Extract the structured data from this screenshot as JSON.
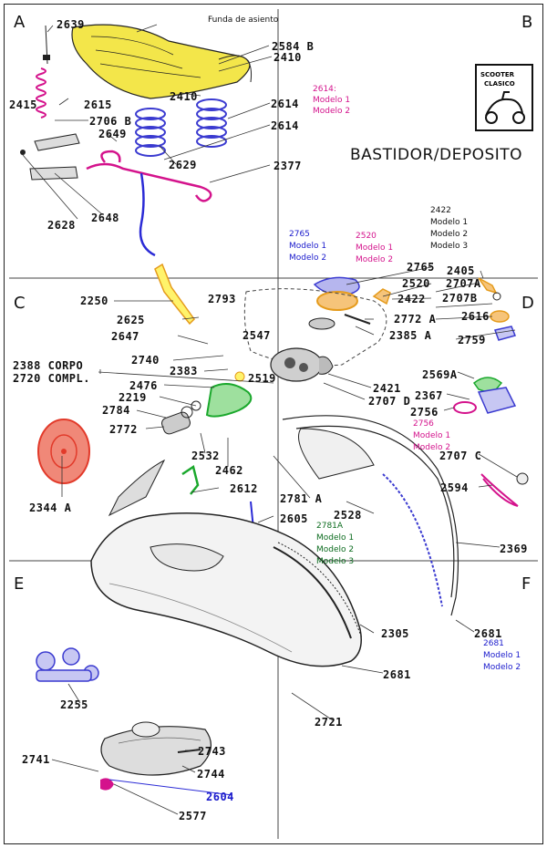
{
  "title": "BASTIDOR/DEPOSITO",
  "logo": {
    "line1": "SCOOTER",
    "line2": "CLASICO"
  },
  "zones": [
    "A",
    "B",
    "C",
    "D",
    "E",
    "F"
  ],
  "labels": {
    "funda": "Funda de asiento",
    "p2639": "2639",
    "p2584b": "2584 B",
    "p2410a": "2410",
    "p2410b": "2410",
    "p2415": "2415",
    "p2615": "2615",
    "p2706b": "2706 B",
    "p2614a": "2614",
    "p2614b": "2614",
    "p2649": "2649",
    "p2629": "2629",
    "p2377": "2377",
    "p2628": "2628",
    "p2648": "2648",
    "n2614": "2614:",
    "n2614m1": "Modelo 1",
    "n2614m2": "Modelo 2",
    "n2765": "2765",
    "n2765m1": "Modelo 1",
    "n2765m2": "Modelo 2",
    "n2520": "2520",
    "n2520m1": "Modelo 1",
    "n2520m2": "Modelo 2",
    "n2422": "2422",
    "n2422m1": "Modelo 1",
    "n2422m2": "Modelo 2",
    "n2422m3": "Modelo 3",
    "p2765": "2765",
    "p2520": "2520",
    "p2422": "2422",
    "p2405": "2405",
    "p2707a": "2707A",
    "p2707b": "2707B",
    "p2616": "2616",
    "p2772a": "2772 A",
    "p2385a": "2385 A",
    "p2759": "2759",
    "p2250": "2250",
    "p2793": "2793",
    "p2625": "2625",
    "p2647": "2647",
    "p2547": "2547",
    "p2740": "2740",
    "p2383": "2383",
    "p2519": "2519",
    "p2388": "2388 CORPO",
    "p2720": "2720 COMPL.",
    "p2476": "2476",
    "p2219": "2219",
    "p2784": "2784",
    "p2772": "2772",
    "p2421": "2421",
    "p2707d": "2707 D",
    "p2569a": "2569A",
    "p2367": "2367",
    "p2756": "2756",
    "n2756": "2756",
    "n2756m1": "Modelo 1",
    "n2756m2": "Modelo 2",
    "p2344a": "2344 A",
    "p2532": "2532",
    "p2462": "2462",
    "p2612": "2612",
    "p2707c": "2707 C",
    "p2594": "2594",
    "p2781a": "2781 A",
    "p2528": "2528",
    "p2605": "2605",
    "n2781a": "2781A",
    "n2781m1": "Modelo 1",
    "n2781m2": "Modelo 2",
    "n2781m3": "Modelo 3",
    "p2369": "2369",
    "p2305": "2305",
    "p2681a": "2681",
    "n2681": "2681",
    "n2681m1": "Modelo 1",
    "n2681m2": "Modelo 2",
    "p2681b": "2681",
    "p2255": "2255",
    "p2721": "2721",
    "p2741": "2741",
    "p2743": "2743",
    "p2744": "2744",
    "p2604": "2604",
    "p2577": "2577"
  },
  "colors": {
    "seat": "#f3e64a",
    "spring_blue": "#3a3ad0",
    "magenta": "#d4138c",
    "orange": "#e59b1c",
    "green": "#1aa82c",
    "red": "#e23a2a",
    "steel_blue": "#2b2bd6"
  }
}
